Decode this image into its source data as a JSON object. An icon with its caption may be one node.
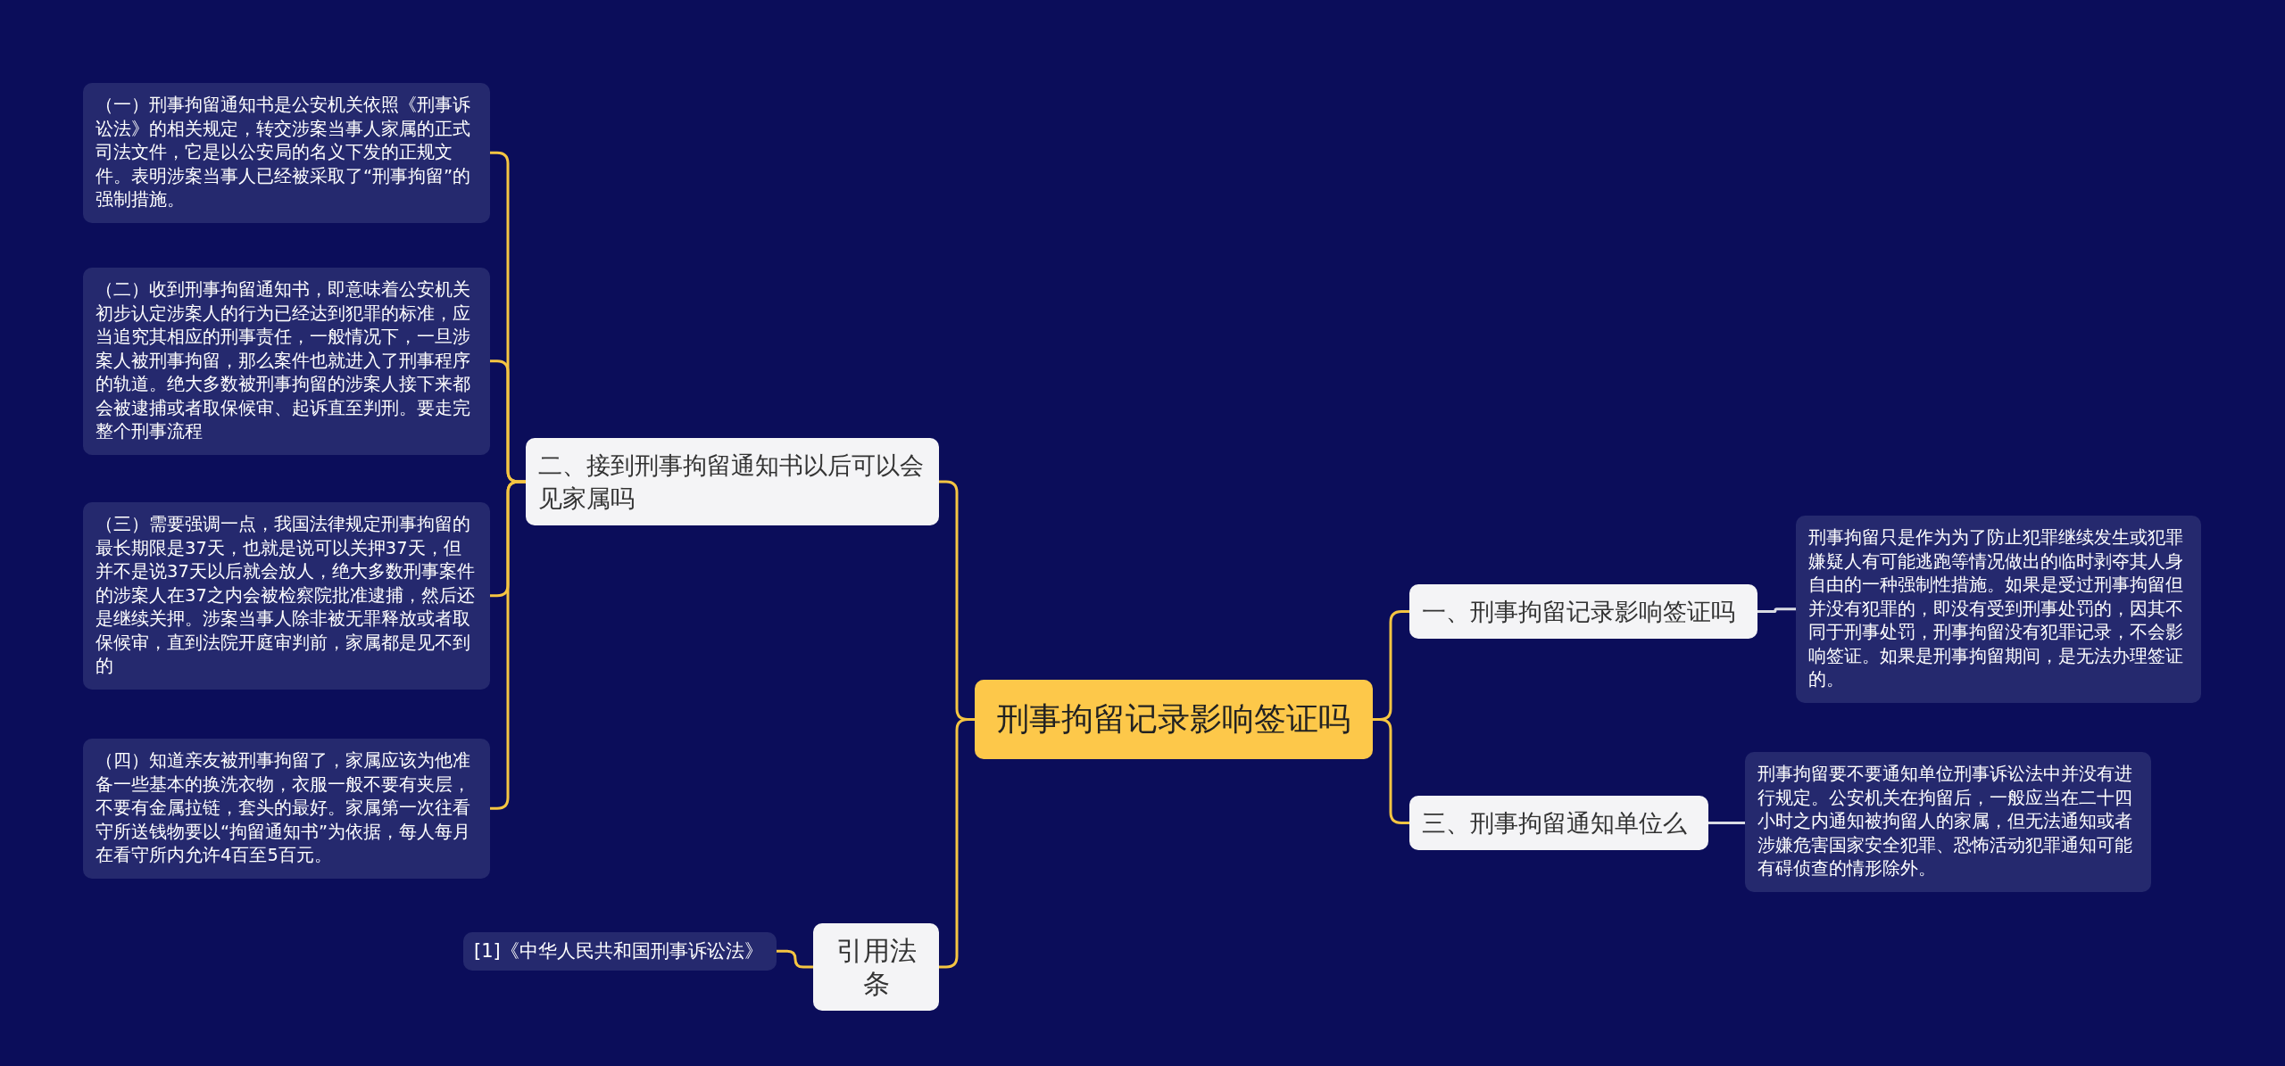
{
  "diagram": {
    "nodes": [
      {
        "text": [
          "刑事拘留记录影响签证吗"
        ]
      },
      {
        "text": [
          "二、接到刑事拘留通知书以后可以会见家属吗"
        ]
      },
      {
        "text": [
          "（一）刑事拘留通知书是公安机关依照《刑事诉讼法》的相关规定，转交涉案当事人家属的正式司法文件，它是以公安局的名义下发的正规文件。表明涉案当事人已经被采取了“刑事拘留”的强制措施。"
        ]
      },
      {
        "text": [
          "（二）收到刑事拘留通知书，即意味着公安机关初步认定涉案人的行为已经达到犯罪的标准，应当追究其相应的刑事责任，一般情况下，一旦涉案人被刑事拘留，那么案件也就进入了刑事程序的轨道。绝大多数被刑事拘留的涉案人接下来都会被逮捕或者取保候审、起诉直至判刑。要走完整个刑事流程"
        ]
      },
      {
        "text": [
          "（三）需要强调一点，我国法律规定刑事拘留的最长期限是37天，也就是说可以关押37天，但并不是说37天以后就会放人，绝大多数刑事案件的涉案人在37之内会被检察院批准逮捕，然后还是继续关押。涉案当事人除非被无罪释放或者取保候审，直到法院开庭审判前，家属都是见不到的"
        ]
      },
      {
        "text": [
          "（四）知道亲友被刑事拘留了，家属应该为他准备一些基本的换洗衣物，衣服一般不要有夹层，不要有金属拉链，套头的最好。家属第一次往看守所送钱物要以“拘留通知书”为依据，每人每月在看守所内允许4百至5百元。"
        ]
      },
      {
        "text": [
          "引用法条"
        ]
      },
      {
        "text": [
          "[1]《中华人民共和国刑事诉讼法》"
        ]
      },
      {
        "text": [
          "一、刑事拘留记录影响签证吗"
        ]
      },
      {
        "text": [
          "刑事拘留只是作为为了防止犯罪继续发生或犯罪嫌疑人有可能逃跑等情况做出的临时剥夺其人身自由的一种强制性措施。如果是受过刑事拘留但并没有犯罪的，即没有受到刑事处罚的，因其不同于刑事处罚，刑事拘留没有犯罪记录，不会影响签证。如果是刑事拘留期间，是无法办理签证的。"
        ]
      },
      {
        "text": [
          "三、刑事拘留通知单位么"
        ]
      },
      {
        "text": [
          "刑事拘留要不要通知单位刑事诉讼法中并没有进行规定。公安机关在拘留后，一般应当在二十四小时之内通知被拘留人的家属，但无法通知或者涉嫌危害国家安全犯罪、恐怖活动犯罪通知可能有碍侦查的情形除外。"
        ]
      }
    ],
    "edges": [
      {
        "from": 0,
        "to": 1,
        "arrow": "none"
      },
      {
        "from": 1,
        "to": 2,
        "arrow": "none"
      },
      {
        "from": 1,
        "to": 3,
        "arrow": "none"
      },
      {
        "from": 1,
        "to": 4,
        "arrow": "none"
      },
      {
        "from": 1,
        "to": 5,
        "arrow": "none"
      },
      {
        "from": 0,
        "to": 6,
        "arrow": "none"
      },
      {
        "from": 6,
        "to": 7,
        "arrow": "none"
      },
      {
        "from": 0,
        "to": 8,
        "arrow": "none"
      },
      {
        "from": 8,
        "to": 9,
        "arrow": "none",
        "color": "#d9dbe3"
      },
      {
        "from": 0,
        "to": 10,
        "arrow": "none"
      },
      {
        "from": 10,
        "to": 11,
        "arrow": "none",
        "color": "#d9dbe3"
      }
    ]
  }
}
